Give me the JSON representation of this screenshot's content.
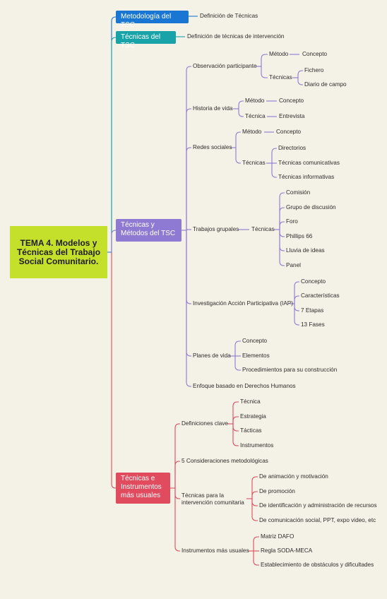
{
  "root": "TEMA 4. Modelos y Técnicas del Trabajo Social Comunitario.",
  "colors": {
    "blue": "#1976d2",
    "teal": "#17a3a8",
    "purple": "#8e79d3",
    "red": "#e14b5e",
    "root": "#c4e02a",
    "background": "#f4f1e6"
  },
  "b1": {
    "label": "Metodología del TSC",
    "child": "Definición de Técnicas"
  },
  "b2": {
    "label": "Técnicas del TSC",
    "child": "Definición de técnicas de intervención"
  },
  "b3": {
    "label": "Técnicas y Métodos del TSC",
    "obs": {
      "label": "Observación participante",
      "metodo": "Método",
      "concepto": "Concepto",
      "tecnicas": "Técnicas",
      "fichero": "Fichero",
      "diario": "Diario de campo"
    },
    "hist": {
      "label": "Historia de vida",
      "metodo": "Método",
      "concepto": "Concepto",
      "tecnica": "Técnica",
      "entrevista": "Entrevista"
    },
    "redes": {
      "label": "Redes sociales",
      "metodo": "Método",
      "concepto": "Concepto",
      "tecnicas": "Técnicas",
      "items": [
        "Directorios",
        "Técnicas comunicativas",
        "Técnicas informativas"
      ]
    },
    "trab": {
      "label": "Trabajos grupales",
      "tecnicas": "Técnicas",
      "items": [
        "Comisión",
        "Grupo de discusión",
        "Foro",
        "Phillips 66",
        "Lluvia de ideas",
        "Panel"
      ]
    },
    "iap": {
      "label": "Investigación Acción Participativa (IAP)",
      "items": [
        "Concepto",
        "Características",
        "7 Etapas",
        "13 Fases"
      ]
    },
    "planes": {
      "label": "Planes de vida",
      "items": [
        "Concepto",
        "Elementos",
        "Procedimientos para su construcción"
      ]
    },
    "enfoque": "Enfoque basado en Derechos Humanos"
  },
  "b4": {
    "label": "Técnicas e Instrumentos más usuales",
    "defs": {
      "label": "Definiciones clave",
      "items": [
        "Técnica",
        "Estrategia",
        "Tácticas",
        "Instrumentos"
      ]
    },
    "consid": "5 Consideraciones metodológicas",
    "interv": {
      "label": "Técnicas para la intervención comunitaria",
      "items": [
        "De animación y motivación",
        "De promoción",
        "De identificación y administración de recursos",
        "De comunicación social, PPT, expo video, etc"
      ]
    },
    "instr": {
      "label": "Instrumentos más usuales",
      "items": [
        "Matriz DAFO",
        "Regla SODA-MECA",
        "Establecimiento de obstáculos y dificultades"
      ]
    }
  }
}
